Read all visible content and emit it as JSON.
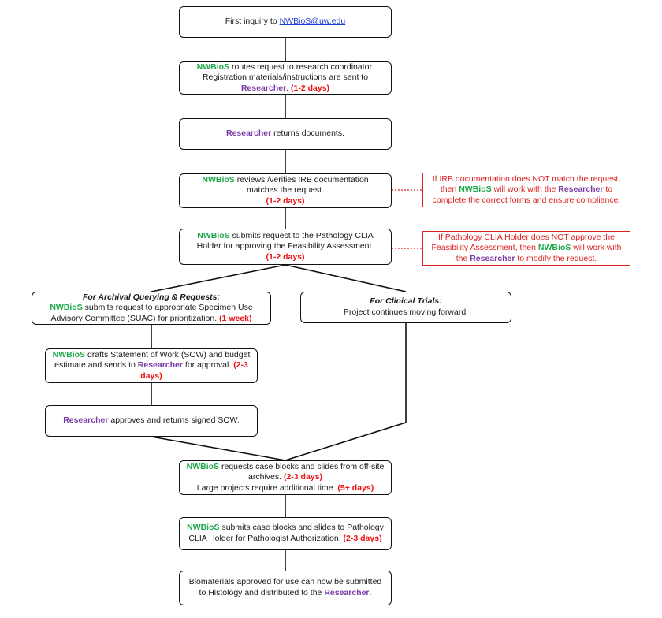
{
  "colors": {
    "nwbios": "#1ea84a",
    "researcher": "#7a3aa6",
    "duration": "#ee1111",
    "link": "#1f3fd8",
    "note": "#e02020"
  },
  "steps": {
    "s1": {
      "text": "First inquiry to ",
      "email": "NWBioS@uw.edu"
    },
    "s2": {
      "org": "NWBioS",
      "t1": " routes request to research coordinator. Registration materials/instructions are sent to ",
      "researcher": "Researcher",
      "t2": ".  ",
      "dur": "(1-2 days)"
    },
    "s3": {
      "researcher": "Researcher",
      "t1": " returns documents."
    },
    "s4": {
      "org": "NWBioS",
      "t1": " reviews /verifies IRB documentation matches the request.",
      "dur": "(1-2 days)"
    },
    "s5": {
      "org": "NWBioS",
      "t1": " submits request to the Pathology CLIA Holder for approving the Feasibility Assessment.",
      "dur": "(1-2 days)"
    },
    "s6": {
      "heading": "For Archival Querying & Requests:",
      "org": "NWBioS",
      "t1": " submits request to appropriate Specimen Use Advisory Committee (SUAC) for prioritization. ",
      "dur": "(1 week)"
    },
    "s7": {
      "heading": "For Clinical Trials:",
      "t1": "Project continues moving forward."
    },
    "s8": {
      "org": "NWBioS",
      "t1": " drafts Statement of Work (SOW) and budget estimate and sends to ",
      "researcher": "Researcher",
      "t2": " for approval. ",
      "dur": "(2-3 days)"
    },
    "s9": {
      "researcher": "Researcher",
      "t1": " approves and returns signed SOW."
    },
    "s10": {
      "org": "NWBioS",
      "t1": " requests case blocks and slides from off-site archives. ",
      "dur": "(2-3 days)",
      "t2": "Large projects require additional time.  ",
      "dur2": "(5+ days)"
    },
    "s11": {
      "org": "NWBioS",
      "t1": " submits case blocks and slides to Pathology CLIA Holder for Pathologist Authorization. ",
      "dur": "(2-3 days)"
    },
    "s12": {
      "t1": "Biomaterials approved for use can now be submitted to Histology and distributed to the ",
      "researcher": "Researcher",
      "t2": "."
    }
  },
  "notes": {
    "n1": {
      "t1": "If IRB documentation does NOT match the request, then ",
      "org": "NWBioS",
      "t2": " will work with the ",
      "researcher": "Researcher",
      "t3": " to complete the correct forms and ensure compliance."
    },
    "n2": {
      "t1": "If Pathology CLIA Holder does NOT approve the Feasibility Assessment, then ",
      "org": "NWBioS",
      "t2": " will work with the ",
      "researcher": "Researcher",
      "t3": " to modify the request."
    }
  }
}
